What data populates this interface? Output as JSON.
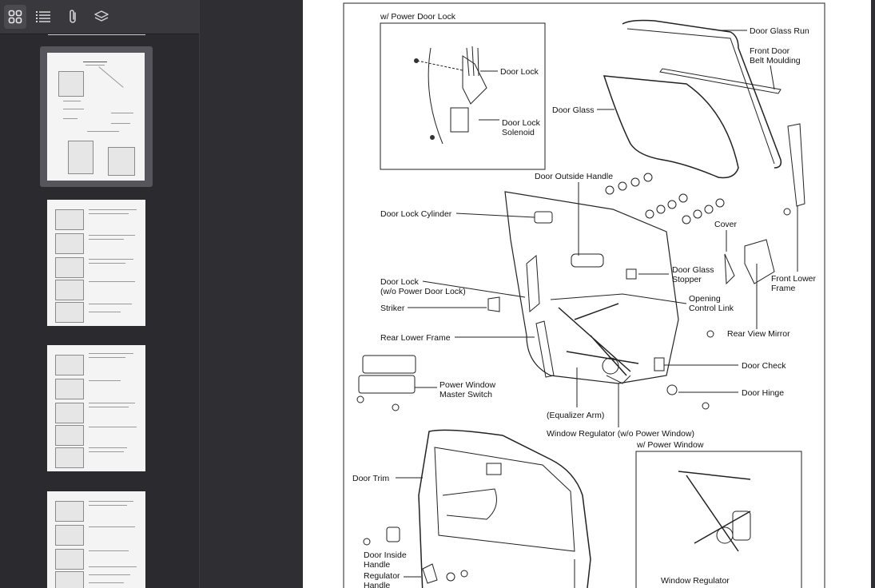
{
  "toolbar": {
    "thumbnails_view": "thumbnails-icon",
    "outline_view": "outline-icon",
    "attachments_view": "attachment-icon",
    "layers_view": "layers-icon"
  },
  "page": {
    "labels": {
      "power_door_lock": "w/ Power Door Lock",
      "door_lock": "Door Lock",
      "door_lock_solenoid_1": "Door Lock",
      "door_lock_solenoid_2": "Solenoid",
      "door_glass_run": "Door Glass Run",
      "front_door_belt_1": "Front Door",
      "front_door_belt_2": "Belt Moulding",
      "door_glass": "Door Glass",
      "door_outside_handle": "Door Outside Handle",
      "door_lock_cylinder": "Door Lock Cylinder",
      "cover": "Cover",
      "door_glass_stopper_1": "Door Glass",
      "door_glass_stopper_2": "Stopper",
      "front_lower_frame_1": "Front Lower",
      "front_lower_frame_2": "Frame",
      "door_lock_wo_1": "Door Lock",
      "door_lock_wo_2": "(w/o Power Door Lock)",
      "striker": "Striker",
      "opening_control_link_1": "Opening",
      "opening_control_link_2": "Control Link",
      "rear_view_mirror": "Rear View Mirror",
      "rear_lower_frame": "Rear Lower Frame",
      "door_check": "Door Check",
      "power_window_master_1": "Power Window",
      "power_window_master_2": "Master Switch",
      "door_hinge": "Door Hinge",
      "equalizer_arm": "(Equalizer Arm)",
      "window_regulator_wo": "Window Regulator (w/o Power Window)",
      "power_window": "w/ Power Window",
      "door_trim": "Door Trim",
      "door_inside_handle_1": "Door Inside",
      "door_inside_handle_2": "Handle",
      "regulator_handle_1": "Regulator",
      "regulator_handle_2": "Handle",
      "window_regulator": "Window Regulator"
    }
  }
}
